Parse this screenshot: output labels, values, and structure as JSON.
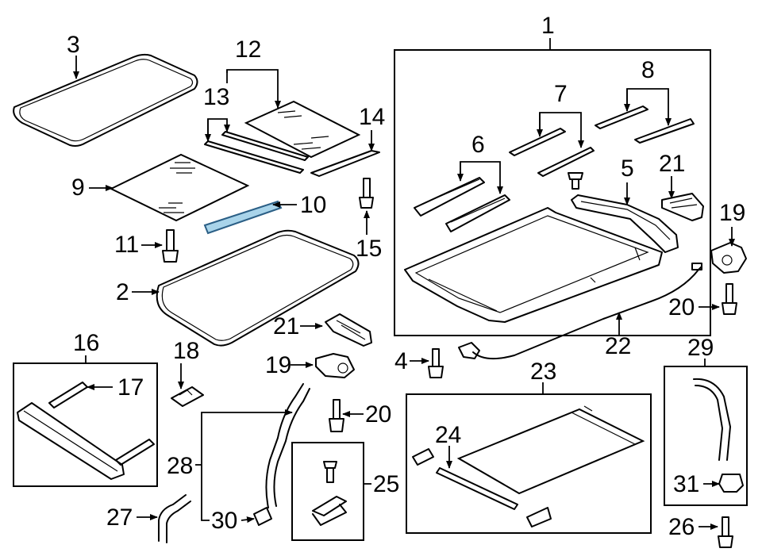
{
  "callouts": {
    "c1": "1",
    "c2": "2",
    "c3": "3",
    "c4": "4",
    "c5": "5",
    "c6": "6",
    "c7": "7",
    "c8": "8",
    "c9": "9",
    "c10": "10",
    "c11": "11",
    "c12": "12",
    "c13": "13",
    "c14": "14",
    "c15": "15",
    "c16": "16",
    "c17": "17",
    "c18": "18",
    "c19a": "19",
    "c19b": "19",
    "c20a": "20",
    "c20b": "20",
    "c21a": "21",
    "c21b": "21",
    "c22": "22",
    "c23": "23",
    "c24": "24",
    "c25": "25",
    "c26": "26",
    "c27": "27",
    "c28": "28",
    "c29": "29",
    "c30": "30",
    "c31": "31"
  },
  "highlight_color": "#a9d4ea"
}
